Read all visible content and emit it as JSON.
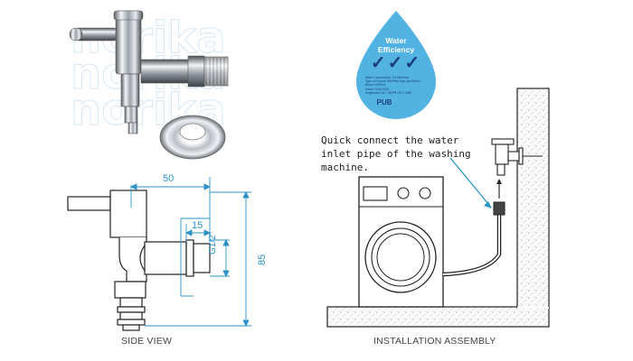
{
  "watermark": {
    "lines": [
      "norika",
      "norika",
      "norika"
    ]
  },
  "badge": {
    "title_line1": "Water",
    "title_line2": "Efficiency",
    "checks": "✓✓✓",
    "fine_print": [
      "Water Consumption: 0.0 litres/min",
      "Type of Product: Bib/Pillar Taps and Mixers",
      "Brand: NORIKA",
      "Model: NVW-0002",
      "Registration No.: WEPR 2017/ 0000"
    ],
    "logo": "PUB"
  },
  "side_view": {
    "caption": "SIDE VIEW",
    "dim_width": "50",
    "dim_offset": "15",
    "dim_thread": "G1/2\"",
    "dim_height": "85"
  },
  "installation": {
    "caption": "INSTALLATION ASSEMBLY",
    "note": "Quick connect the water inlet pipe of the washing machine."
  },
  "colors": {
    "dimension": "#2b93c6",
    "badge": "#52b3e3",
    "check": "#1d3d7a",
    "line": "#222222"
  }
}
